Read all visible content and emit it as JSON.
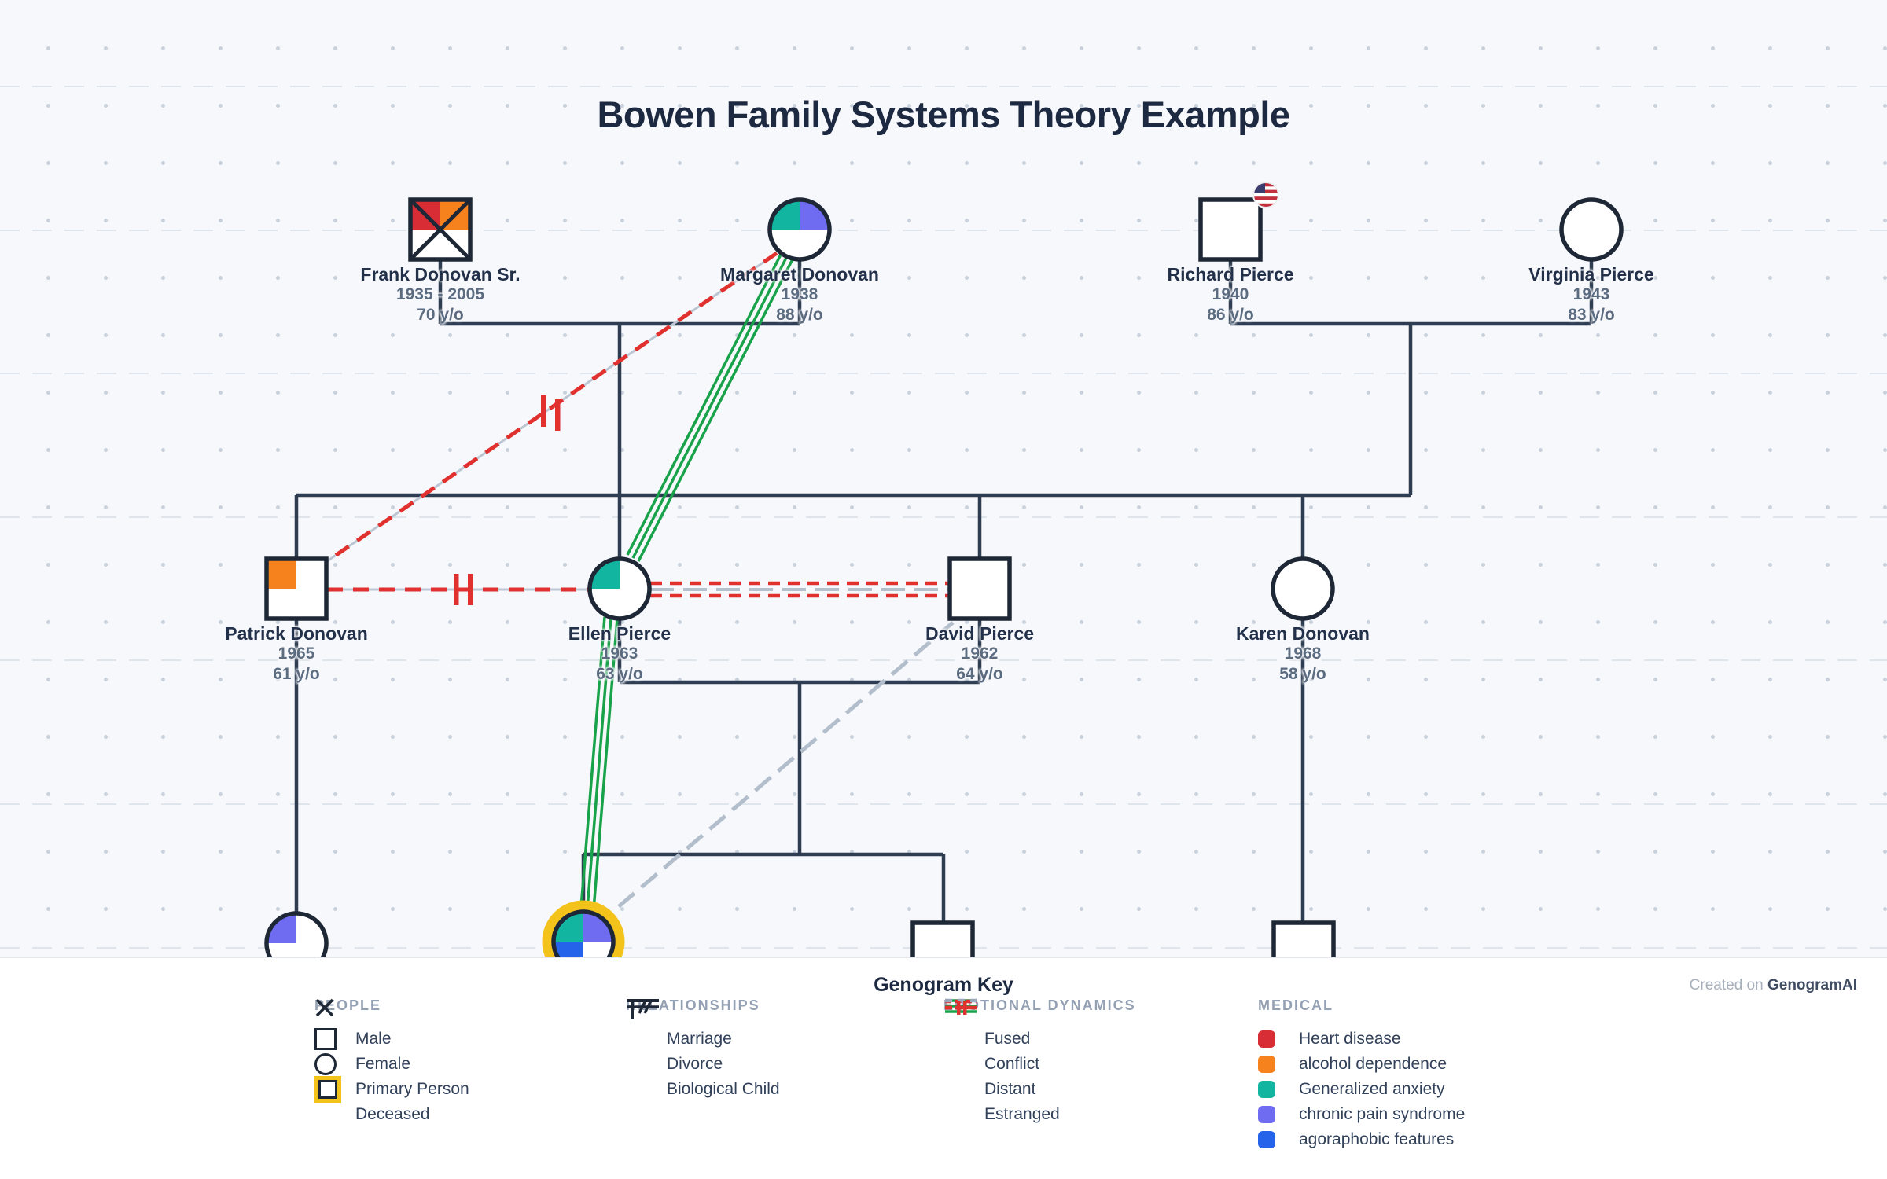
{
  "title": "Bowen Family Systems Theory Example",
  "watermark": {
    "prefix": "Created on ",
    "brand": "GenogramAI"
  },
  "colors": {
    "structural_line": "#2e3d52",
    "symbol_border": "#1d2736",
    "fused_green": "#18a249",
    "conflict_red": "#e0312e",
    "distant_gray": "#b3becc",
    "primary_ring_gold": "#f3c21b",
    "heart_disease": "#d92d36",
    "alcohol_dependence": "#f6821e",
    "generalized_anxiety": "#12b5a0",
    "chronic_pain_syndrome": "#6f6cf2",
    "agoraphobic_features": "#2563eb"
  },
  "people": {
    "frank": {
      "name": "Frank Donovan Sr.",
      "years": "1935 - 2005",
      "age": "70 y/o",
      "sex": "male",
      "deceased": true,
      "conditions": [
        "Heart disease",
        "alcohol dependence"
      ]
    },
    "margaret": {
      "name": "Margaret Donovan",
      "years": "1938",
      "age": "88 y/o",
      "sex": "female",
      "conditions": [
        "Generalized anxiety",
        "chronic pain syndrome"
      ]
    },
    "richard": {
      "name": "Richard Pierce",
      "years": "1940",
      "age": "86 y/o",
      "sex": "male",
      "flag": "US",
      "conditions": []
    },
    "virginia": {
      "name": "Virginia Pierce",
      "years": "1943",
      "age": "83 y/o",
      "sex": "female",
      "conditions": []
    },
    "patrick": {
      "name": "Patrick Donovan",
      "years": "1965",
      "age": "61 y/o",
      "sex": "male",
      "conditions": [
        "alcohol dependence"
      ]
    },
    "ellen": {
      "name": "Ellen Pierce",
      "years": "1963",
      "age": "63 y/o",
      "sex": "female",
      "conditions": [
        "Generalized anxiety"
      ]
    },
    "david": {
      "name": "David Pierce",
      "years": "1962",
      "age": "64 y/o",
      "sex": "male",
      "conditions": []
    },
    "karen": {
      "name": "Karen Donovan",
      "years": "1968",
      "age": "58 y/o",
      "sex": "female",
      "conditions": []
    },
    "child1": {
      "name": "",
      "sex": "female",
      "conditions": [
        "chronic pain syndrome"
      ]
    },
    "primary": {
      "name": "",
      "sex": "female",
      "primary_person": true,
      "conditions": [
        "Generalized anxiety",
        "chronic pain syndrome",
        "agoraphobic features"
      ]
    },
    "child3": {
      "name": "",
      "sex": "male",
      "conditions": []
    },
    "child4": {
      "name": "",
      "sex": "male",
      "conditions": []
    }
  },
  "relationships": {
    "fused": [
      "Margaret Donovan – Ellen Pierce",
      "Ellen Pierce – primary person"
    ],
    "conflict": [
      "Ellen Pierce – David Pierce"
    ],
    "distant": [
      "David Pierce – primary person"
    ],
    "estranged": [
      "Margaret Donovan – Patrick Donovan",
      "Patrick Donovan – Ellen Pierce"
    ]
  },
  "key": {
    "heading": "Genogram Key",
    "people": {
      "header": "PEOPLE",
      "items": [
        {
          "label": "Male"
        },
        {
          "label": "Female"
        },
        {
          "label": "Primary Person"
        },
        {
          "label": "Deceased"
        }
      ]
    },
    "relationships": {
      "header": "RELATIONSHIPS",
      "items": [
        {
          "label": "Marriage"
        },
        {
          "label": "Divorce"
        },
        {
          "label": "Biological Child"
        }
      ]
    },
    "emotional": {
      "header": "EMOTIONAL DYNAMICS",
      "items": [
        {
          "label": "Fused"
        },
        {
          "label": "Conflict"
        },
        {
          "label": "Distant"
        },
        {
          "label": "Estranged"
        }
      ]
    },
    "medical": {
      "header": "MEDICAL",
      "items": [
        {
          "label": "Heart disease",
          "color": "#d92d36"
        },
        {
          "label": "alcohol dependence",
          "color": "#f6821e"
        },
        {
          "label": "Generalized anxiety",
          "color": "#12b5a0"
        },
        {
          "label": "chronic pain syndrome",
          "color": "#6f6cf2"
        },
        {
          "label": "agoraphobic features",
          "color": "#2563eb"
        }
      ]
    }
  }
}
